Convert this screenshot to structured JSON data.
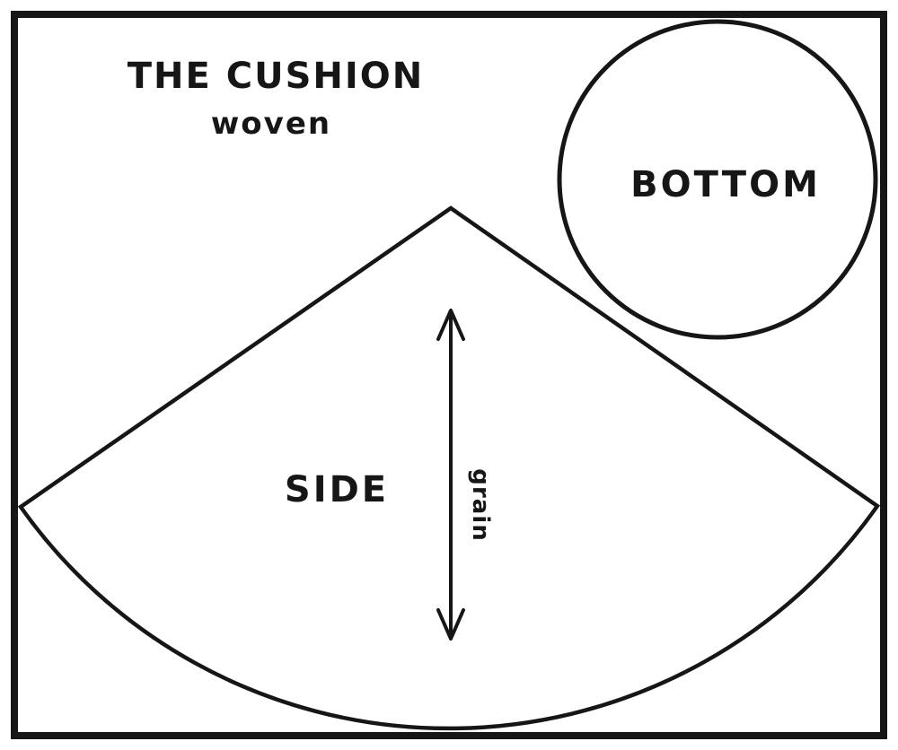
{
  "colors": {
    "background": "#ffffff",
    "ink": "#161616"
  },
  "pattern": {
    "title": "THE CUSHION",
    "subtitle": "woven",
    "pieces": [
      {
        "id": "bottom",
        "label": "BOTTOM",
        "shape": "circle"
      },
      {
        "id": "side",
        "label": "SIDE",
        "shape": "cone-gore"
      }
    ],
    "grain": {
      "label": "grain",
      "direction": "vertical",
      "arrow": "double-headed"
    }
  }
}
